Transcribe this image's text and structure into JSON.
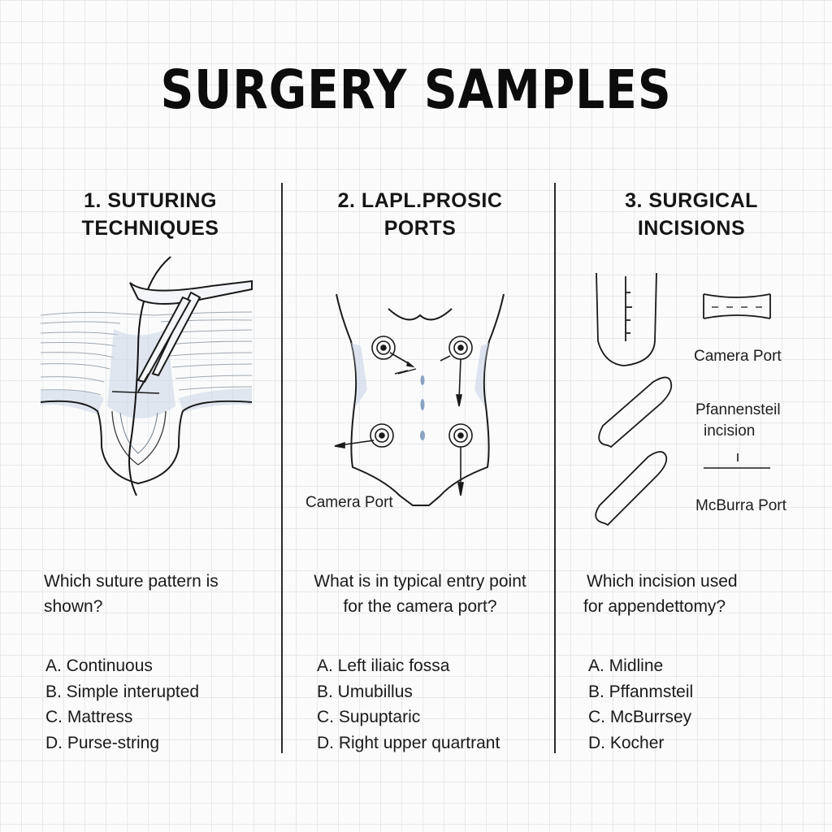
{
  "title": "SURGERY SAMPLES",
  "columns": [
    {
      "heading_line1": "1. SUTURING",
      "heading_line2": "TECHNIQUES",
      "question_line1": "Which suture pattern is",
      "question_line2": "shown?",
      "options": [
        "A. Continuous",
        "B. Simple interupted",
        "C. Mattress",
        "D. Purse-string"
      ]
    },
    {
      "heading_line1": "2. LAPL.PROSIC",
      "heading_line2": "PORTS",
      "labels": {
        "camera_port": "Camera Port"
      },
      "question_line1": "What is in typical entry point",
      "question_line2": "for the camera port?",
      "options": [
        "A. Left iliaic fossa",
        "B. Umubillus",
        "C. Supuptaric",
        "D. Right upper quartrant"
      ]
    },
    {
      "heading_line1": "3. SURGICAL",
      "heading_line2": "INCISIONS",
      "labels": {
        "camera_port": "Camera Port",
        "pfannenstiel_line1": "Pfannensteil",
        "pfannenstiel_line2": "incision",
        "mcburra_port": "McBurra Port"
      },
      "question_line1": "Which incision used",
      "question_line2": "for appendettomy?",
      "options": [
        "A. Midline",
        "B. Pffanmsteil",
        "C. McBurrsey",
        "D. Kocher"
      ]
    }
  ],
  "colors": {
    "ink": "#1a1a1a",
    "tissue_shade": "#c9d6e8",
    "tissue_line": "#7f8c99",
    "grid": "#e6e9ec",
    "background": "#fbfbfb"
  },
  "icons": [
    "suture-needle-icon",
    "needle-holder-icon",
    "laparoscopic-port-icon",
    "trocar-icon"
  ]
}
